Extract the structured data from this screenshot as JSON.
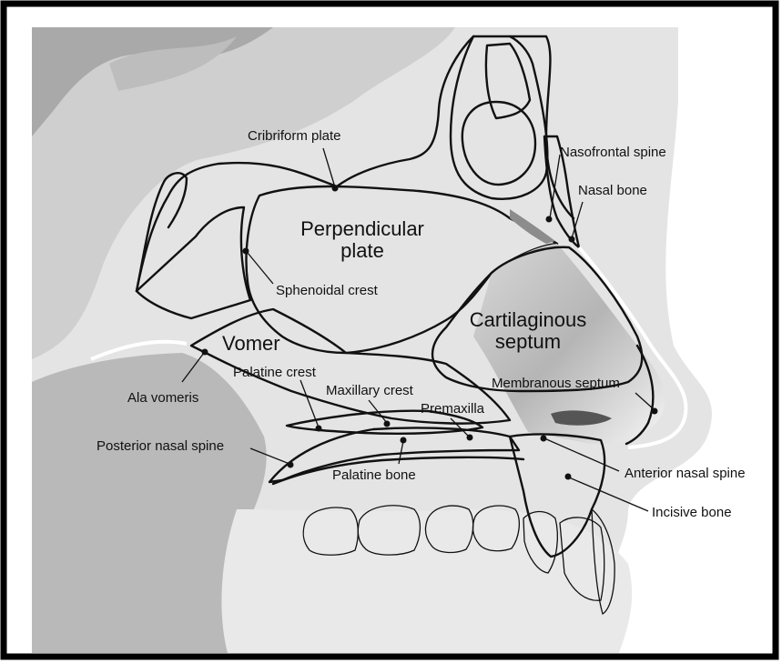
{
  "labels": {
    "cribriform_plate": "Cribriform plate",
    "nasofrontal_spine": "Nasofrontal spine",
    "nasal_bone": "Nasal bone",
    "perpendicular_plate_line1": "Perpendicular",
    "perpendicular_plate_line2": "plate",
    "sphenoidal_crest": "Sphenoidal crest",
    "cartilaginous_septum_line1": "Cartilaginous",
    "cartilaginous_septum_line2": "septum",
    "vomer": "Vomer",
    "palatine_crest": "Palatine crest",
    "maxillary_crest": "Maxillary crest",
    "premaxilla": "Premaxilla",
    "membranous_septum": "Membranous septum",
    "ala_vomeris": "Ala vomeris",
    "posterior_nasal_spine": "Posterior nasal spine",
    "palatine_bone": "Palatine bone",
    "anterior_nasal_spine": "Anterior nasal spine",
    "incisive_bone": "Incisive bone"
  },
  "colors": {
    "frame": "#000000",
    "background": "#ffffff",
    "light_gray": "#e3e3e3",
    "mid_gray": "#c9c9c9",
    "dark_gray": "#9a9a9a",
    "outline": "#111111"
  }
}
